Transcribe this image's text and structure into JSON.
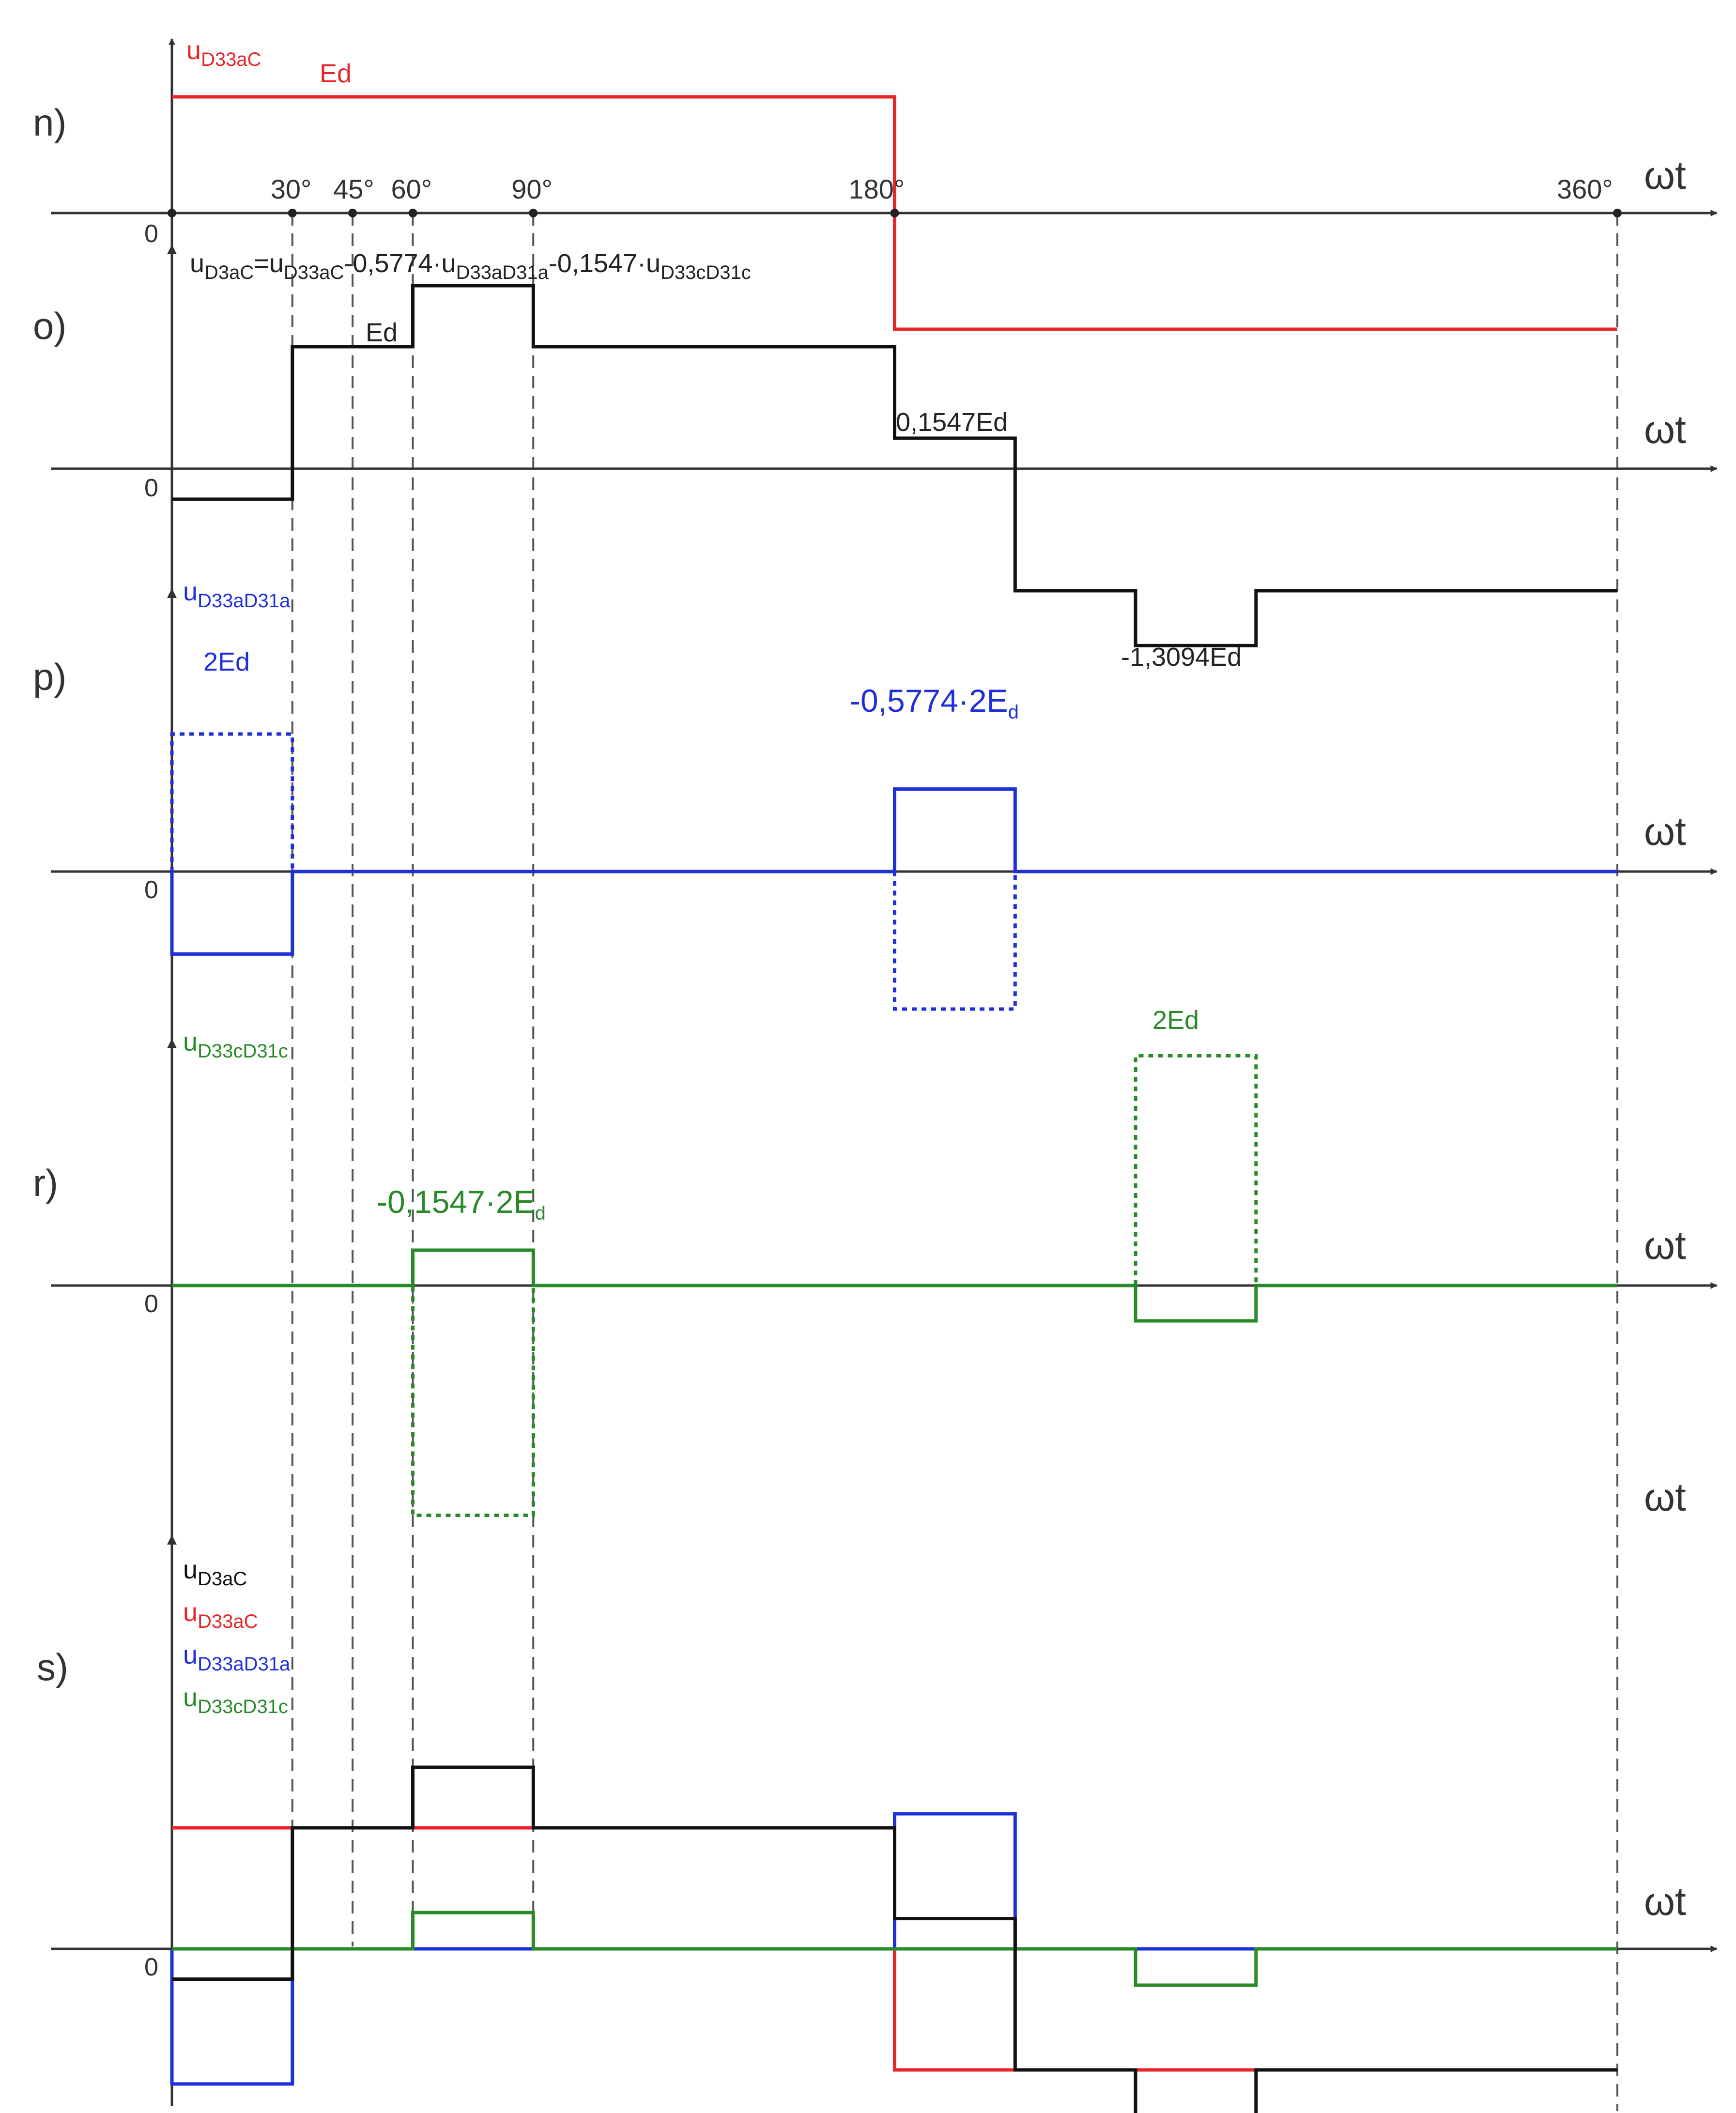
{
  "colors": {
    "red": "#e8262a",
    "black": "#111111",
    "blue": "#2030d8",
    "green": "#2a8a2a",
    "gray": "#444444"
  },
  "axis_label": "ωt",
  "zero_label": "0",
  "angle_ticks": [
    "30°",
    "45°",
    "60°",
    "90°",
    "180°",
    "360°"
  ],
  "panels": {
    "n": {
      "label": "n)",
      "title_main": "u",
      "title_sub": "D33aC",
      "level_label": "Ed"
    },
    "o": {
      "label": "o)",
      "formula": [
        {
          "t": "u",
          "sub": "D3aC"
        },
        {
          "t": "=u",
          "sub": "D33aC"
        },
        {
          "t": "-0,5774·u",
          "sub": "D33aD31a"
        },
        {
          "t": "-0,1547·u",
          "sub": "D33cD31c"
        }
      ],
      "label_ed": "Ed",
      "label_01547": "0,1547Ed",
      "label_13094": "-1,3094Ed"
    },
    "p": {
      "label": "p)",
      "title_main": "u",
      "title_sub": "D33aD31a",
      "label_2ed": "2Ed",
      "label_scale_main": "-0,5774·2E",
      "label_scale_sub": "d"
    },
    "r": {
      "label": "r)",
      "title_main": "u",
      "title_sub": "D33cD31c",
      "label_2ed": "2Ed",
      "label_scale_main": "-0,1547·2E",
      "label_scale_sub": "d"
    },
    "s": {
      "label": "s)",
      "legend": [
        {
          "main": "u",
          "sub": "D3aC",
          "color": "black"
        },
        {
          "main": "u",
          "sub": "D33aC",
          "color": "red"
        },
        {
          "main": "u",
          "sub": "D33aD31a",
          "color": "blue"
        },
        {
          "main": "u",
          "sub": "D33cD31c",
          "color": "green"
        }
      ]
    }
  },
  "waveforms": {
    "n_red": [
      [
        0,
        1
      ],
      [
        180,
        1
      ],
      [
        180,
        -1
      ],
      [
        360,
        -1
      ]
    ],
    "o_black": [
      [
        0,
        -0.25
      ],
      [
        30,
        -0.25
      ],
      [
        30,
        1
      ],
      [
        60,
        1
      ],
      [
        60,
        1.5
      ],
      [
        90,
        1.5
      ],
      [
        90,
        1
      ],
      [
        180,
        1
      ],
      [
        180,
        0.25
      ],
      [
        210,
        0.25
      ],
      [
        210,
        -1
      ],
      [
        240,
        -1
      ],
      [
        240,
        -1.45
      ],
      [
        270,
        -1.45
      ],
      [
        270,
        -1
      ],
      [
        360,
        -1
      ]
    ],
    "p_blue_solid": [
      [
        0,
        0
      ],
      [
        0,
        -1.2
      ],
      [
        30,
        -1.2
      ],
      [
        30,
        0
      ],
      [
        180,
        0
      ],
      [
        180,
        1.2
      ],
      [
        210,
        1.2
      ],
      [
        210,
        0
      ],
      [
        360,
        0
      ]
    ],
    "p_blue_dotted": [
      [
        0,
        0
      ],
      [
        0,
        2
      ],
      [
        30,
        2
      ],
      [
        30,
        0
      ],
      [
        180,
        0
      ],
      [
        180,
        -2
      ],
      [
        210,
        -2
      ],
      [
        210,
        0
      ],
      [
        360,
        0
      ]
    ],
    "r_green_solid": [
      [
        0,
        0
      ],
      [
        60,
        0
      ],
      [
        60,
        1
      ],
      [
        90,
        1
      ],
      [
        90,
        0
      ],
      [
        240,
        0
      ],
      [
        240,
        -1
      ],
      [
        270,
        -1
      ],
      [
        270,
        0
      ],
      [
        360,
        0
      ]
    ],
    "r_green_dotted": [
      [
        0,
        0
      ],
      [
        60,
        0
      ],
      [
        60,
        -6.5
      ],
      [
        90,
        -6.5
      ],
      [
        90,
        0
      ],
      [
        240,
        0
      ],
      [
        240,
        6.5
      ],
      [
        270,
        6.5
      ],
      [
        270,
        0
      ],
      [
        360,
        0
      ]
    ]
  }
}
